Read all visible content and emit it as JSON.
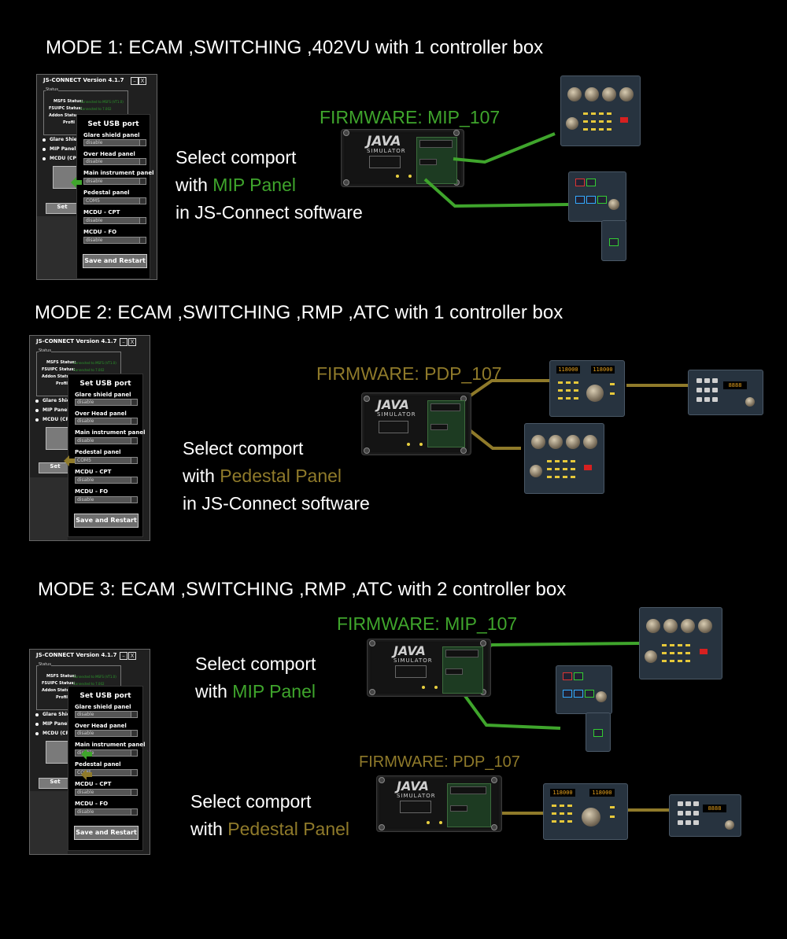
{
  "colors": {
    "mip": "#3fa52c",
    "pdp": "#8f7a2a",
    "background": "#000000"
  },
  "modes": [
    {
      "title": "MODE 1: ECAM ,SWITCHING ,402VU with 1 controller box",
      "instr_select": "Select comport",
      "instr_with": "with ",
      "instr_panel": "MIP Panel",
      "instr_software": "in JS-Connect software",
      "firmware": "FIRMWARE: MIP_107"
    },
    {
      "title": "MODE 2: ECAM ,SWITCHING ,RMP ,ATC with 1 controller box",
      "instr_select": "Select comport",
      "instr_with": "with ",
      "instr_panel": "Pedestal Panel",
      "instr_software": "in JS-Connect software",
      "firmware": "FIRMWARE: PDP_107"
    },
    {
      "title": "MODE 3: ECAM ,SWITCHING ,RMP ,ATC with 2 controller box",
      "instr_select_a": "Select comport",
      "instr_with_a": "with ",
      "instr_panel_a": "MIP Panel",
      "instr_select_b": "Select comport",
      "instr_with_b": "with ",
      "instr_panel_b": "Pedestal Panel",
      "firmware_a": "FIRMWARE: MIP_107",
      "firmware_b": "FIRMWARE: PDP_107"
    }
  ],
  "jsconnect": {
    "title": "JS-CONNECT Version   4.1.7",
    "minimize": "–",
    "close": "X",
    "status_label": "Status",
    "msfs_label": "MSFS Status:",
    "msfs_value": "Connected to MSFS (VT1.0)",
    "fsuipc_label": "FSUIPC Status:",
    "fsuipc_value": "Connected to 7.002",
    "addon_label": "Addon Statu",
    "profile_label": "Profil",
    "checkboxes": [
      "Glare Shie",
      "MIP Panel",
      "MCDU (CP"
    ],
    "set_button": "Set",
    "popup": {
      "heading": "Set USB port",
      "fields": [
        {
          "label": "Glare shield panel",
          "value": "disable"
        },
        {
          "label": "Over Head panel",
          "value": "disable"
        },
        {
          "label": "Main instrument panel",
          "value": "disable"
        },
        {
          "label": "Pedestal panel",
          "value": "COM5"
        },
        {
          "label": "MCDU - CPT",
          "value": "disable"
        },
        {
          "label": "MCDU - FO",
          "value": "disable"
        }
      ],
      "save_button": "Save and Restart"
    }
  },
  "controller": {
    "brand": "JAVA",
    "sub": "SIMULATOR"
  },
  "panels": {
    "atc_display": "8888",
    "rmp_display": "118000"
  }
}
